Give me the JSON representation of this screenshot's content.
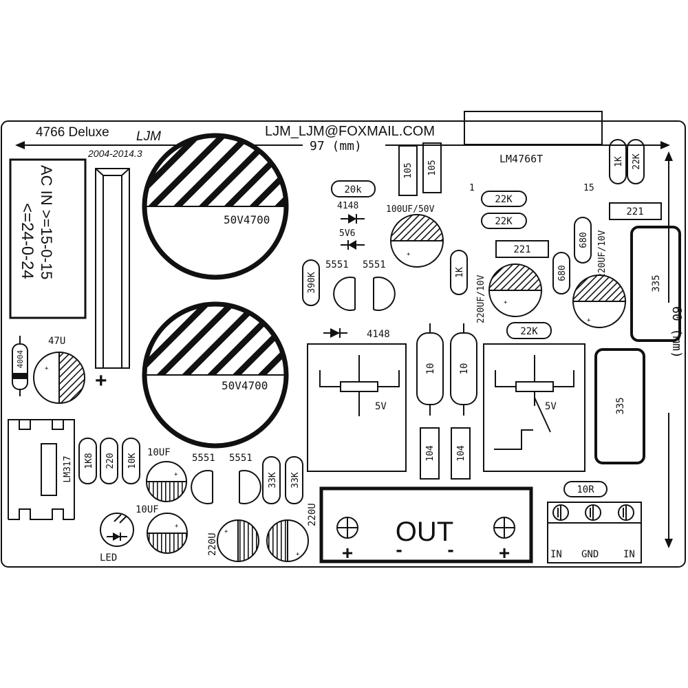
{
  "board": {
    "title": "4766 Deluxe",
    "signature": "LJM",
    "years": "2004-2014.3",
    "email": "LJM_LJM@FOXMAIL.COM",
    "width_label": "97 (mm)",
    "height_label": "60 (mm)"
  },
  "ac_input": {
    "line1": "AC IN >=15-0-15",
    "line2": "<=24-0-24"
  },
  "chips": {
    "amp": "LM4766T",
    "pin1": "1",
    "pin15": "15",
    "regulator": "LM317"
  },
  "capacitors": {
    "main_top": "50V4700",
    "main_bottom": "50V4700",
    "c47u": "47U",
    "c100u": "100UF/50V",
    "c220u_left": "220UF/10V",
    "c220u_right": "220UF/10V",
    "c10uf_a": "10UF",
    "c10uf_b": "10UF",
    "c220u_a": "220U",
    "c220u_b": "220U",
    "c105_a": "105",
    "c105_b": "105",
    "c104_a": "104",
    "c104_b": "104",
    "film_335_a": "335",
    "film_335_b": "335"
  },
  "resistors": {
    "r20k": "20k",
    "r22k_a": "22K",
    "r22k_b": "22K",
    "r22k_c": "22K",
    "r22k_v": "22K",
    "r1k_v": "1K",
    "r1k_mid": "1K",
    "r221_a": "221",
    "r221_b": "221",
    "r680_a": "680",
    "r680_b": "680",
    "r390k": "390K",
    "r10_a": "10",
    "r10_b": "10",
    "r10r": "10R",
    "r1k8": "1K8",
    "r220": "220",
    "r10k": "10K",
    "r33k_a": "33K",
    "r33k_b": "33K"
  },
  "diodes": {
    "d4148_a": "4148",
    "zener": "5V6",
    "d4148_b": "4148",
    "d4004": "4004"
  },
  "transistors": {
    "q5551_a": "5551",
    "q5551_b": "5551",
    "q5551_c": "5551",
    "q5551_d": "5551"
  },
  "relays": {
    "relay_left": "5V",
    "relay_right": "5V"
  },
  "led": {
    "label": "LED"
  },
  "output": {
    "label": "OUT",
    "pol1": "+",
    "pol2": "-",
    "pol3": "-",
    "pol4": "+"
  },
  "input_connector": {
    "pin1": "IN",
    "pin2": "GND",
    "pin3": "IN"
  },
  "plus_mark": "+"
}
